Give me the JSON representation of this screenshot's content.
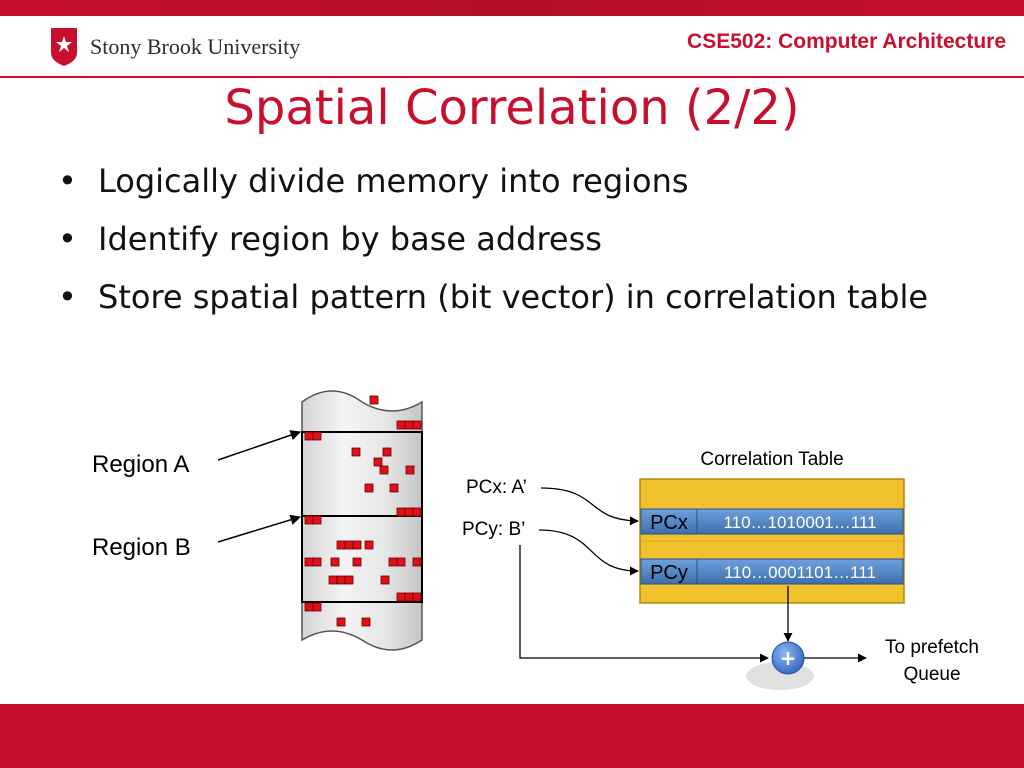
{
  "header": {
    "university": "Stony Brook University",
    "course": "CSE502: Computer Architecture"
  },
  "slide": {
    "title": "Spatial Correlation (2/2)",
    "bullets": [
      "Logically divide memory into regions",
      "Identify region by base address",
      "Store spatial pattern (bit vector) in correlation table"
    ]
  },
  "diagram": {
    "region_a_label": "Region A",
    "region_b_label": "Region B",
    "table_title": "Correlation Table",
    "pcx_query": "PCx: A’",
    "pcy_query": "PCy: B’",
    "rows": [
      {
        "pc": "PCx",
        "bits": "110…1010001…111"
      },
      {
        "pc": "PCy",
        "bits": "110…0001101…111"
      }
    ],
    "adder_symbol": "+",
    "output_label_line1": "To prefetch",
    "output_label_line2": "Queue"
  },
  "colors": {
    "brand_red": "#c8102e",
    "table_yellow": "#f2c12e",
    "cell_blue": "#4d84c6",
    "block_red": "#e0101a"
  }
}
